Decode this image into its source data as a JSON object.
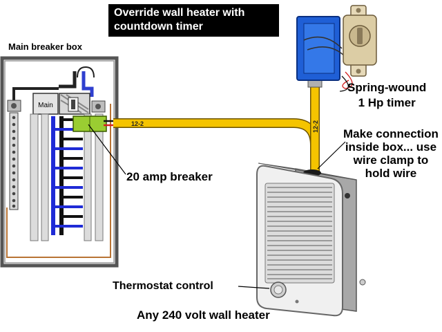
{
  "title": {
    "line1": "Override wall heater with",
    "line2": "countdown timer"
  },
  "labels": {
    "main_breaker_box": "Main breaker box",
    "breaker_20amp": "20 amp breaker",
    "timer_line1": "Spring-wound",
    "timer_line2": "1 Hp timer",
    "connection_line1": "Make connection",
    "connection_line2": "inside box... use",
    "connection_line3": "wire clamp to",
    "connection_line4": "hold wire",
    "thermostat": "Thermostat control",
    "heater": "Any 240 volt wall heater",
    "main_breaker_tag": "Main"
  },
  "cable_tags": {
    "horizontal": "12-2",
    "vertical": "12-2"
  },
  "colors": {
    "cable_yellow": "#f5c400",
    "box_blue": "#1f5fd6",
    "panel_border": "#555555",
    "heater_body": "#eeeeee",
    "ground_copper": "#b87333"
  }
}
